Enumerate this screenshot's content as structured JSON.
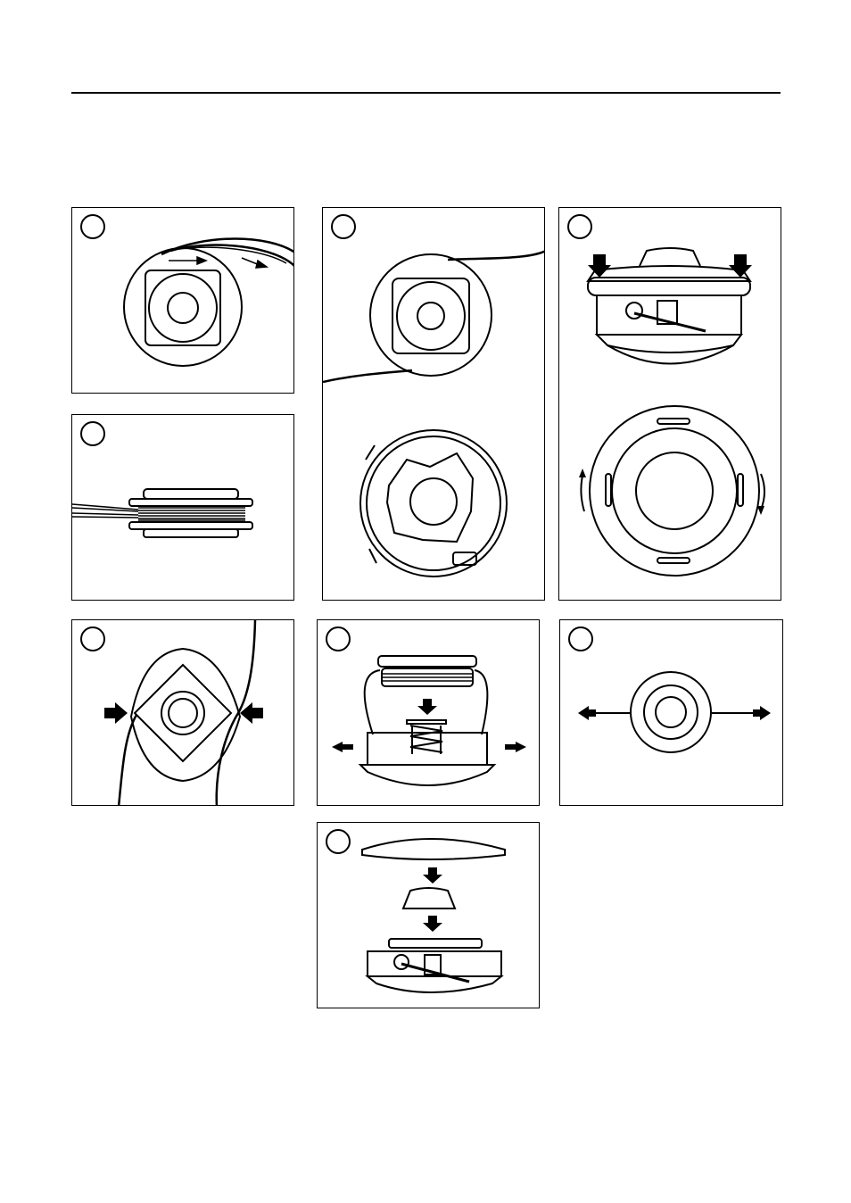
{
  "document": {
    "header_rule": true,
    "figures": [
      {
        "id": "fig-spool-wind-direction",
        "icon": "wind-direction-arrows"
      },
      {
        "id": "fig-spool-line-ends",
        "icon": "line-ends"
      },
      {
        "id": "fig-head-press-rotate",
        "icon": "press-and-rotate"
      },
      {
        "id": "fig-spool-wound",
        "icon": "wound-spool"
      },
      {
        "id": "fig-eyelet-insert",
        "icon": "insert-arrows"
      },
      {
        "id": "fig-assemble-spring",
        "icon": "spring-assembly"
      },
      {
        "id": "fig-pull-lines",
        "icon": "pull-lines-arrows"
      },
      {
        "id": "fig-assemble-head",
        "icon": "stacked-assembly"
      }
    ]
  }
}
